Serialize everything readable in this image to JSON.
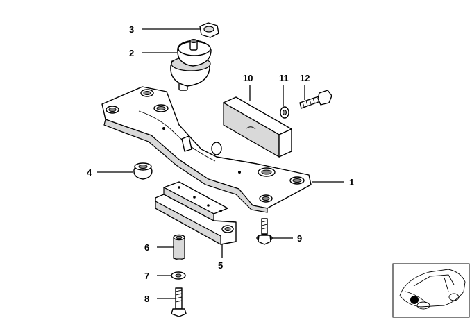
{
  "callouts": {
    "c1": "1",
    "c2": "2",
    "c3": "3",
    "c4": "4",
    "c5": "5",
    "c6": "6",
    "c7": "7",
    "c8": "8",
    "c9": "9",
    "c10": "10",
    "c11": "11",
    "c12": "12"
  },
  "parts": [
    {
      "callout": "1",
      "icon": "transmission-crossmember"
    },
    {
      "callout": "2",
      "icon": "rubber-mount"
    },
    {
      "callout": "3",
      "icon": "hex-nut"
    },
    {
      "callout": "4",
      "icon": "collar-nut"
    },
    {
      "callout": "5",
      "icon": "bracket"
    },
    {
      "callout": "6",
      "icon": "spacer-sleeve"
    },
    {
      "callout": "7",
      "icon": "washer"
    },
    {
      "callout": "8",
      "icon": "bolt"
    },
    {
      "callout": "9",
      "icon": "flange-bolt"
    },
    {
      "callout": "10",
      "icon": "damper-block"
    },
    {
      "callout": "11",
      "icon": "washer"
    },
    {
      "callout": "12",
      "icon": "bolt"
    }
  ],
  "inset": {
    "icon": "car-location-thumbnail"
  }
}
